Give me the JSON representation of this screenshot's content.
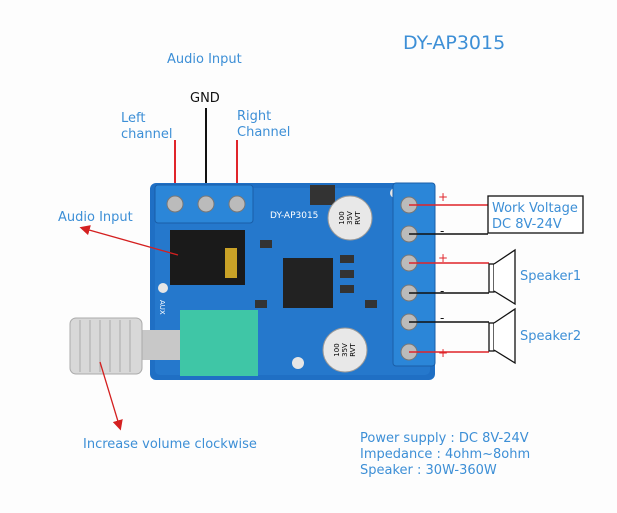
{
  "title": "DY-AP3015",
  "labels": {
    "audio_input_top": "Audio Input",
    "gnd": "GND",
    "left_channel": [
      "Left",
      "channel"
    ],
    "right_channel": [
      "Right",
      "Channel"
    ],
    "audio_input_left": "Audio Input",
    "volume": "Increase volume clockwise",
    "work_voltage": [
      "Work Voltage",
      "DC 8V-24V"
    ],
    "speaker1": "Speaker1",
    "speaker2": "Speaker2"
  },
  "terminal_polarity": [
    "+",
    "-",
    "+",
    "-",
    "-",
    "+"
  ],
  "board": {
    "silkscreen": "DY-AP3015",
    "aux": "AUX",
    "capacitor": [
      "100",
      "35V",
      "RVT"
    ]
  },
  "specs": [
    "Power supply : DC 8V-24V",
    "Impedance : 4ohm~8ohm",
    "Speaker : 30W-360W"
  ],
  "colors": {
    "label": "#3d8fd6",
    "board": "#1f6fc4",
    "terminal": "#2b86d8",
    "pot": "#3fc6a6",
    "positive_wire": "#e0252a"
  }
}
